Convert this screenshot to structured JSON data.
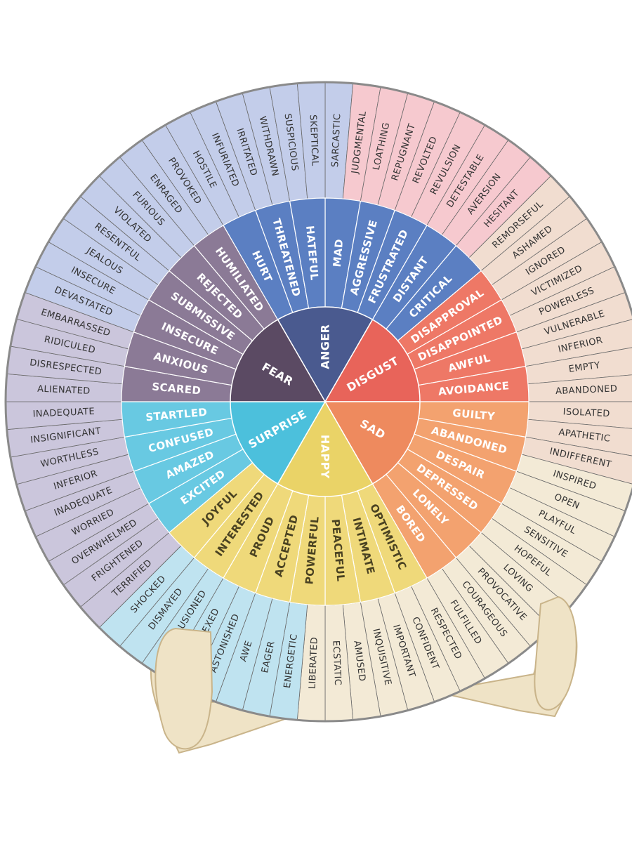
{
  "colors": {
    "background": "#ffffff",
    "stand": "#efe3c6",
    "stand_edge": "#c9b48a",
    "divider": "#6a6a6a"
  },
  "wheel": {
    "core": [
      {
        "label": "ANGER",
        "color": "#4a5a8f"
      },
      {
        "label": "DISGUST",
        "color": "#e8645a"
      },
      {
        "label": "SAD",
        "color": "#ee8a5e"
      },
      {
        "label": "HAPPY",
        "color": "#ead367"
      },
      {
        "label": "SURPRISE",
        "color": "#4cc0dc"
      },
      {
        "label": "FEAR",
        "color": "#5b4a63"
      }
    ],
    "middle": [
      {
        "label": "MAD",
        "family": 0
      },
      {
        "label": "AGGRESSIVE",
        "family": 0
      },
      {
        "label": "FRUSTRATED",
        "family": 0
      },
      {
        "label": "DISTANT",
        "family": 0
      },
      {
        "label": "CRITICAL",
        "family": 0
      },
      {
        "label": "DISAPPROVAL",
        "family": 1
      },
      {
        "label": "DISAPPOINTED",
        "family": 1
      },
      {
        "label": "AWFUL",
        "family": 1
      },
      {
        "label": "AVOIDANCE",
        "family": 1
      },
      {
        "label": "GUILTY",
        "family": 2
      },
      {
        "label": "ABANDONED",
        "family": 2
      },
      {
        "label": "DESPAIR",
        "family": 2
      },
      {
        "label": "DEPRESSED",
        "family": 2
      },
      {
        "label": "LONELY",
        "family": 2
      },
      {
        "label": "BORED",
        "family": 2
      },
      {
        "label": "OPTIMISTIC",
        "family": 3
      },
      {
        "label": "INTIMATE",
        "family": 3
      },
      {
        "label": "PEACEFUL",
        "family": 3
      },
      {
        "label": "POWERFUL",
        "family": 3
      },
      {
        "label": "ACCEPTED",
        "family": 3
      },
      {
        "label": "PROUD",
        "family": 3
      },
      {
        "label": "INTERESTED",
        "family": 3
      },
      {
        "label": "JOYFUL",
        "family": 3
      },
      {
        "label": "EXCITED",
        "family": 4
      },
      {
        "label": "AMAZED",
        "family": 4
      },
      {
        "label": "CONFUSED",
        "family": 4
      },
      {
        "label": "STARTLED",
        "family": 4
      },
      {
        "label": "SCARED",
        "family": 5
      },
      {
        "label": "ANXIOUS",
        "family": 5
      },
      {
        "label": "INSECURE",
        "family": 5
      },
      {
        "label": "SUBMISSIVE",
        "family": 5
      },
      {
        "label": "REJECTED",
        "family": 5
      },
      {
        "label": "HUMILIATED",
        "family": 5
      },
      {
        "label": "HURT",
        "family": 0
      },
      {
        "label": "THREATENED",
        "family": 0
      },
      {
        "label": "HATEFUL",
        "family": 0
      }
    ],
    "middle_colors": [
      "#5b7fc2",
      "#ee7866",
      "#f3a26f",
      "#efd97a",
      "#68c9e2",
      "#8b7a96"
    ],
    "outer": [
      {
        "label": "SARCASTIC",
        "family": 0
      },
      {
        "label": "JUDGMENTAL",
        "family": 1
      },
      {
        "label": "LOATHING",
        "family": 1
      },
      {
        "label": "REPUGNANT",
        "family": 1
      },
      {
        "label": "REVOLTED",
        "family": 1
      },
      {
        "label": "REVULSION",
        "family": 1
      },
      {
        "label": "DETESTABLE",
        "family": 1
      },
      {
        "label": "AVERSION",
        "family": 1
      },
      {
        "label": "HESITANT",
        "family": 1
      },
      {
        "label": "REMORSEFUL",
        "family": 2
      },
      {
        "label": "ASHAMED",
        "family": 2
      },
      {
        "label": "IGNORED",
        "family": 2
      },
      {
        "label": "VICTIMIZED",
        "family": 2
      },
      {
        "label": "POWERLESS",
        "family": 2
      },
      {
        "label": "VULNERABLE",
        "family": 2
      },
      {
        "label": "INFERIOR",
        "family": 2
      },
      {
        "label": "EMPTY",
        "family": 2
      },
      {
        "label": "ABANDONED",
        "family": 2
      },
      {
        "label": "ISOLATED",
        "family": 2
      },
      {
        "label": "APATHETIC",
        "family": 2
      },
      {
        "label": "INDIFFERENT",
        "family": 2
      },
      {
        "label": "INSPIRED",
        "family": 3
      },
      {
        "label": "OPEN",
        "family": 3
      },
      {
        "label": "PLAYFUL",
        "family": 3
      },
      {
        "label": "SENSITIVE",
        "family": 3
      },
      {
        "label": "HOPEFUL",
        "family": 3
      },
      {
        "label": "LOVING",
        "family": 3
      },
      {
        "label": "PROVOCATIVE",
        "family": 3
      },
      {
        "label": "COURAGEOUS",
        "family": 3
      },
      {
        "label": "FULFILLED",
        "family": 3
      },
      {
        "label": "RESPECTED",
        "family": 3
      },
      {
        "label": "CONFIDENT",
        "family": 3
      },
      {
        "label": "IMPORTANT",
        "family": 3
      },
      {
        "label": "INQUISITIVE",
        "family": 3
      },
      {
        "label": "AMUSED",
        "family": 3
      },
      {
        "label": "ECSTATIC",
        "family": 3
      },
      {
        "label": "LIBERATED",
        "family": 3
      },
      {
        "label": "ENERGETIC",
        "family": 4
      },
      {
        "label": "EAGER",
        "family": 4
      },
      {
        "label": "AWE",
        "family": 4
      },
      {
        "label": "ASTONISHED",
        "family": 4
      },
      {
        "label": "PERPLEXED",
        "family": 4
      },
      {
        "label": "DISILLUSIONED",
        "family": 4
      },
      {
        "label": "DISMAYED",
        "family": 4
      },
      {
        "label": "SHOCKED",
        "family": 4
      },
      {
        "label": "TERRIFIED",
        "family": 5
      },
      {
        "label": "FRIGHTENED",
        "family": 5
      },
      {
        "label": "OVERWHELMED",
        "family": 5
      },
      {
        "label": "WORRIED",
        "family": 5
      },
      {
        "label": "INADEQUATE",
        "family": 5
      },
      {
        "label": "INFERIOR",
        "family": 5
      },
      {
        "label": "WORTHLESS",
        "family": 5
      },
      {
        "label": "INSIGNIFICANT",
        "family": 5
      },
      {
        "label": "INADEQUATE",
        "family": 5
      },
      {
        "label": "ALIENATED",
        "family": 5
      },
      {
        "label": "DISRESPECTED",
        "family": 5
      },
      {
        "label": "RIDICULED",
        "family": 5
      },
      {
        "label": "EMBARRASSED",
        "family": 5
      },
      {
        "label": "DEVASTATED",
        "family": 0
      },
      {
        "label": "INSECURE",
        "family": 0
      },
      {
        "label": "JEALOUS",
        "family": 0
      },
      {
        "label": "RESENTFUL",
        "family": 0
      },
      {
        "label": "VIOLATED",
        "family": 0
      },
      {
        "label": "FURIOUS",
        "family": 0
      },
      {
        "label": "ENRAGED",
        "family": 0
      },
      {
        "label": "PROVOKED",
        "family": 0
      },
      {
        "label": "HOSTILE",
        "family": 0
      },
      {
        "label": "INFURIATED",
        "family": 0
      },
      {
        "label": "IRRITATED",
        "family": 0
      },
      {
        "label": "WITHDRAWN",
        "family": 0
      },
      {
        "label": "SUSPICIOUS",
        "family": 0
      },
      {
        "label": "SKEPTICAL",
        "family": 0
      }
    ],
    "outer_colors": [
      "#c3cdea",
      "#f6c9cf",
      "#f1ddd0",
      "#f3ead6",
      "#bfe3f0",
      "#cbc6dc"
    ]
  }
}
